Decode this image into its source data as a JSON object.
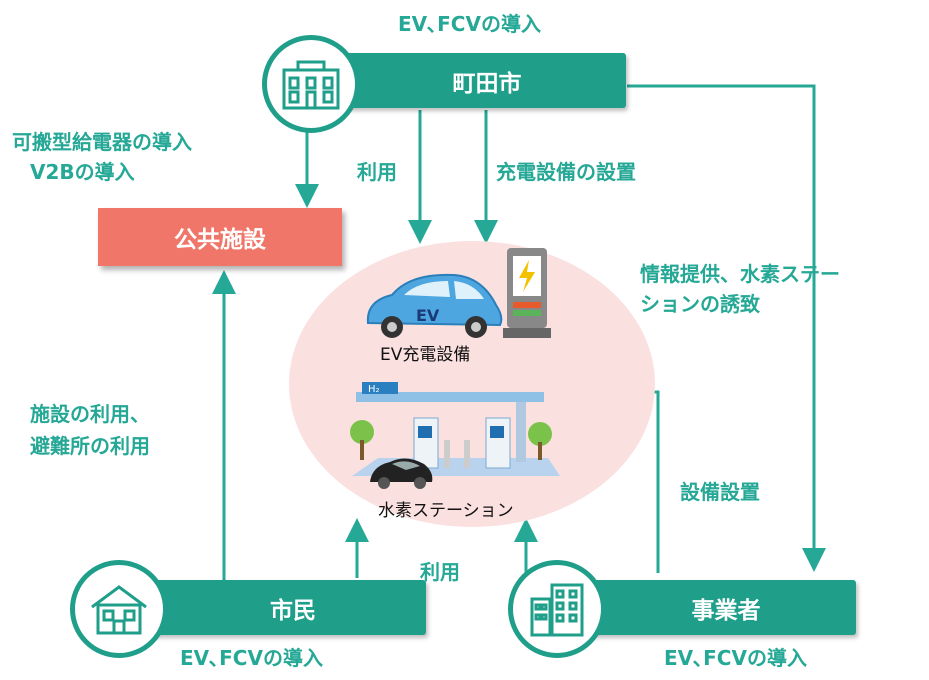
{
  "nodes": {
    "city": "町田市",
    "public": "公共施設",
    "citizen": "市民",
    "business": "事業者"
  },
  "labels": {
    "top_intro": "EV､FCVの導入",
    "portable_1": "可搬型給電器の導入",
    "portable_2": "V2Bの導入",
    "use_top": "利用",
    "charge_install": "充電設備の設置",
    "info_1": "情報提供、水素ステー",
    "info_2": "ションの誘致",
    "facility_1": "施設の利用、",
    "facility_2": "避難所の利用",
    "equipment": "設備設置",
    "use_bottom": "利用",
    "citizen_intro": "EV､FCVの導入",
    "business_intro": "EV､FCVの導入"
  },
  "center": {
    "ev_text": "EV",
    "ev_caption": "EV充電設備",
    "h2_sign": "H₂",
    "h2_caption": "水素ステーション"
  },
  "colors": {
    "teal": "#1f9e8a",
    "label_green": "#26a896",
    "public_red": "#f1766a",
    "blob_pink": "#fbe0e0"
  },
  "icons": [
    "building-icon",
    "house-icon",
    "office-building-icon",
    "ev-car-icon",
    "charger-icon",
    "hydrogen-station-icon",
    "fcv-car-icon"
  ]
}
